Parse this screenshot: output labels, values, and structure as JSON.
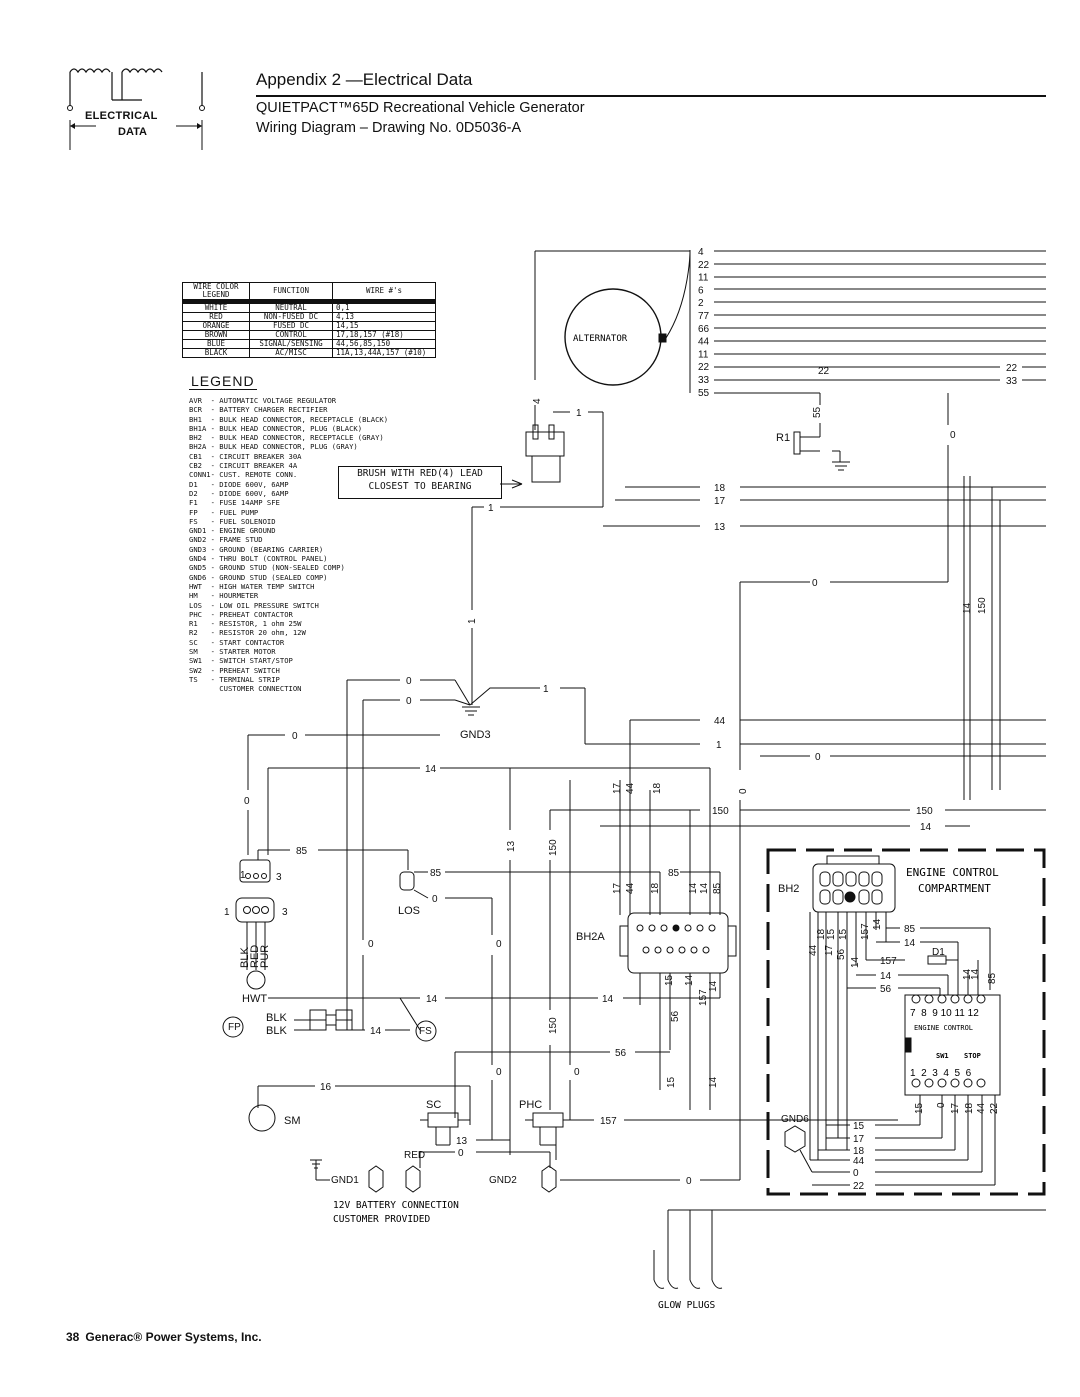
{
  "header": {
    "title": "Appendix 2 —Electrical Data",
    "subtitle": "QUIETPACT™65D Recreational Vehicle Generator",
    "drawing": "Wiring Diagram – Drawing No. 0D5036-A",
    "logo_line1": "ELECTRICAL",
    "logo_line2": "DATA"
  },
  "wire_color_table": {
    "headers": [
      "WIRE COLOR LEGEND",
      "FUNCTION",
      "WIRE #'s"
    ],
    "rows": [
      [
        "WHITE",
        "NEUTRAL",
        "0,1"
      ],
      [
        "RED",
        "NON-FUSED DC",
        "4,13"
      ],
      [
        "ORANGE",
        "FUSED DC",
        "14,15"
      ],
      [
        "BROWN",
        "CONTROL",
        "17,18,157 (#18)"
      ],
      [
        "BLUE",
        "SIGNAL/SENSING",
        "44,56,85,150"
      ],
      [
        "BLACK",
        "AC/MISC",
        "11A,13,44A,157 (#10)"
      ]
    ]
  },
  "legend": {
    "title": "LEGEND",
    "items": [
      "AVR  - AUTOMATIC VOLTAGE REGULATOR",
      "BCR  - BATTERY CHARGER RECTIFIER",
      "BH1  - BULK HEAD CONNECTOR, RECEPTACLE (BLACK)",
      "BH1A - BULK HEAD CONNECTOR, PLUG (BLACK)",
      "BH2  - BULK HEAD CONNECTOR, RECEPTACLE (GRAY)",
      "BH2A - BULK HEAD CONNECTOR, PLUG (GRAY)",
      "CB1  - CIRCUIT BREAKER 30A",
      "CB2  - CIRCUIT BREAKER 4A",
      "CONN1- CUST. REMOTE CONN.",
      "D1   - DIODE 600V, 6AMP",
      "D2   - DIODE 600V, 6AMP",
      "F1   - FUSE 14AMP SFE",
      "FP   - FUEL PUMP",
      "FS   - FUEL SOLENOID",
      "GND1 - ENGINE GROUND",
      "GND2 - FRAME STUD",
      "GND3 - GROUND (BEARING CARRIER)",
      "GND4 - THRU BOLT (CONTROL PANEL)",
      "GND5 - GROUND STUD (NON-SEALED COMP)",
      "GND6 - GROUND STUD (SEALED COMP)",
      "HWT  - HIGH WATER TEMP SWITCH",
      "HM   - HOURMETER",
      "LOS  - LOW OIL PRESSURE SWITCH",
      "PHC  - PREHEAT CONTACTOR",
      "R1   - RESISTOR, 1 ohm 25W",
      "R2   - RESISTOR 20 ohm, 12W",
      "SC   - START CONTACTOR",
      "SM   - STARTER MOTOR",
      "SW1  - SWITCH START/STOP",
      "SW2  - PREHEAT SWITCH",
      "TS   - TERMINAL STRIP",
      "       CUSTOMER CONNECTION"
    ]
  },
  "note": {
    "line1": "BRUSH WITH RED(4) LEAD",
    "line2": "CLOSEST TO BEARING"
  },
  "components": {
    "alternator": "ALTERNATOR",
    "r1": "R1",
    "gnd3": "GND3",
    "gnd1": "GND1",
    "gnd2": "GND2",
    "gnd6": "GND6",
    "los": "LOS",
    "hwt": "HWT",
    "fp": "FP",
    "fs": "FS",
    "sm": "SM",
    "sc": "SC",
    "phc": "PHC",
    "red": "RED",
    "blk1": "BLK",
    "blk2": "BLK",
    "hwt_wires": [
      "BLK",
      "RED",
      "PUR"
    ],
    "bh2a": "BH2A",
    "bh2": "BH2",
    "d1": "D1",
    "engine_control": "ENGINE CONTROL",
    "compartment": "COMPARTMENT",
    "ts_label": "ENGINE CONTROL",
    "ts_top_nums": "7  8  9 10 11 12",
    "ts_bot_nums": "1  2  3  4  5  6",
    "sw1": "SW1",
    "stop": "STOP",
    "battery_line1": "12V BATTERY CONNECTION",
    "battery_line2": "CUSTOMER PROVIDED",
    "glow_plugs": "GLOW PLUGS"
  },
  "alternator_wires": [
    "4",
    "22",
    "11",
    "6",
    "2",
    "77",
    "66",
    "44",
    "11",
    "22",
    "33",
    "55"
  ],
  "footer": {
    "page": "38",
    "company": "Generac® Power Systems, Inc."
  }
}
